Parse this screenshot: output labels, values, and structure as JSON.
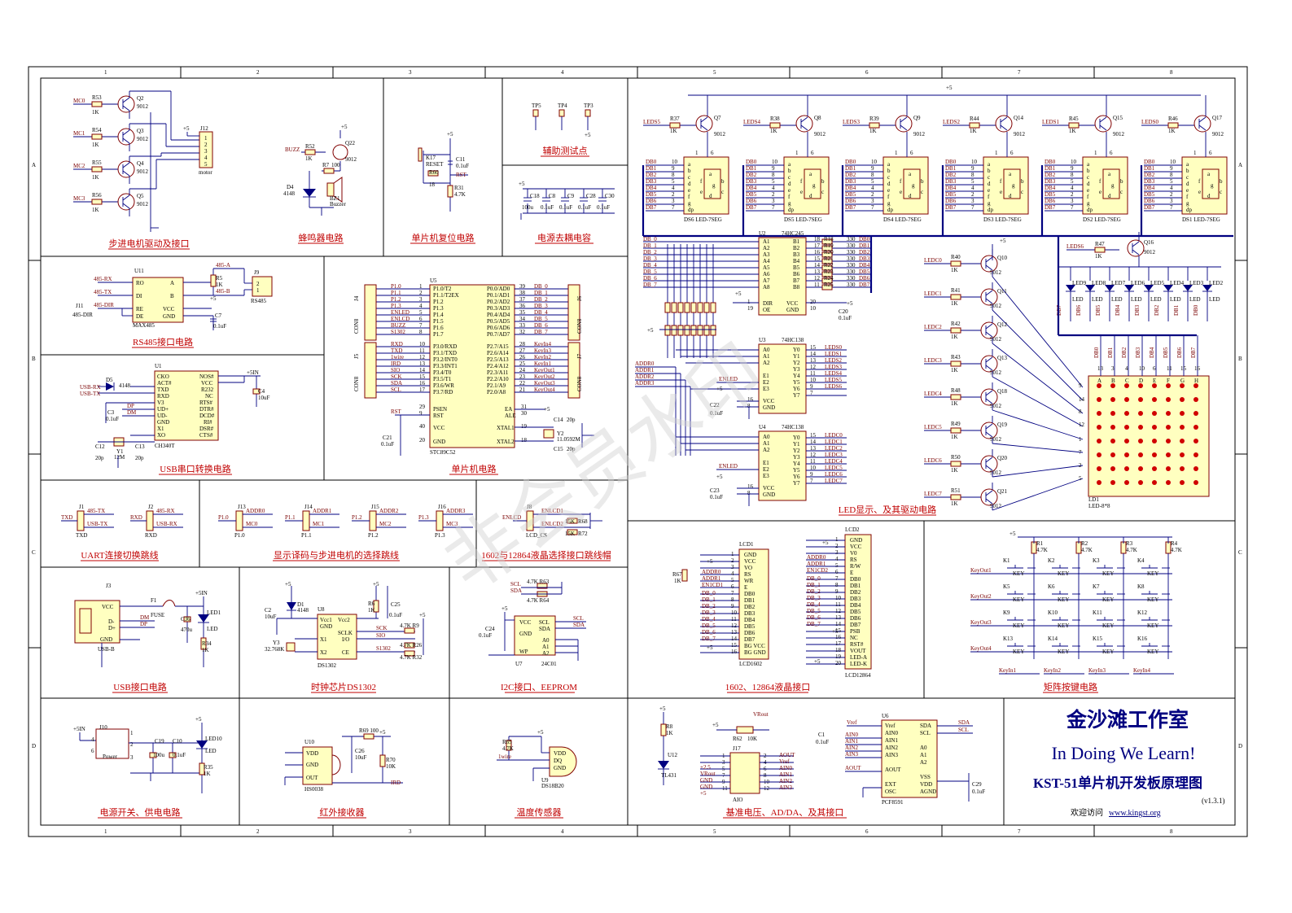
{
  "sheet": {
    "col_numbers": [
      "1",
      "2",
      "3",
      "4",
      "5",
      "6",
      "7",
      "8"
    ],
    "row_letters": [
      "A",
      "B",
      "C",
      "D"
    ]
  },
  "sections": {
    "stepper": "步进电机驱动及接口",
    "buzzer": "蜂鸣器电路",
    "reset": "单片机复位电路",
    "testpoints": "辅助测试点",
    "decoupling": "电源去耦电容",
    "rs485": "RS485接口电路",
    "usb_serial": "USB串口转换电路",
    "mcu": "单片机电路",
    "led_display": "LED显示、及其驱动电路",
    "uart_jumper": "UART连接切换跳线",
    "decoder_jumper": "显示译码与步进电机的选择跳线",
    "lcd_jumper": "1602与12864液晶选择接口跳线帽",
    "usb_port": "USB接口电路",
    "rtc": "时钟芯片DS1302",
    "i2c": "I2C接口、EEPROM",
    "lcd_port": "1602、12864液晶接口",
    "keypad": "矩阵按键电路",
    "power": "电源开关、供电电路",
    "ir": "红外接收器",
    "temp": "温度传感器",
    "adda": "基准电压、AD/DA、及其接口"
  },
  "title_block": {
    "studio": "金沙滩工作室",
    "slogan": "In Doing We Learn!",
    "board": "KST-51单片机开发板原理图",
    "version": "(v1.3.1)",
    "visit": "欢迎访问",
    "url": "www.kingst.org"
  },
  "parts": {
    "u5": "U5",
    "u5_name": "STC89C52",
    "u11_name": "MAX485",
    "u1_name": "CH340T",
    "u2": "U2",
    "u2_name": "74HC245",
    "u3": "U3",
    "u3_name": "74HC138",
    "u4": "U4",
    "u4_name": "74HC138",
    "u8_name": "DS1302",
    "u7_name": "24C01",
    "u10_name": "HS0038",
    "u9_name": "DS18B20",
    "u6_name": "PCF8591",
    "u12_name": "TL431",
    "lcd1_name": "LCD1602",
    "lcd2_name": "LCD12864",
    "ld1_name": "LED-8*8",
    "motor": "motor",
    "x_tal": "11.0592M"
  },
  "seg_digits": [
    "DS6 LED-7SEG",
    "DS5 LED-7SEG",
    "DS4 LED-7SEG",
    "DS3 LED-7SEG",
    "DS2 LED-7SEG",
    "DS1 LED-7SEG"
  ],
  "seg_drivers": [
    {
      "net": "LEDS5",
      "r": "R37",
      "q": "Q7"
    },
    {
      "net": "LEDS4",
      "r": "R38",
      "q": "Q8"
    },
    {
      "net": "LEDS3",
      "r": "R39",
      "q": "Q9"
    },
    {
      "net": "LEDS2",
      "r": "R44",
      "q": "Q14"
    },
    {
      "net": "LEDS1",
      "r": "R45",
      "q": "Q15"
    },
    {
      "net": "LEDS0",
      "r": "R46",
      "q": "Q17"
    }
  ],
  "mcu_left_pins": [
    "P1.0/T2",
    "P1.1/T2EX",
    "P1.2",
    "P1.3",
    "P1.4",
    "P1.5",
    "P1.6",
    "P1.7",
    "P3.0/RXD",
    "P3.1/TXD",
    "P3.2/INT0",
    "P3.3/INT1",
    "P3.4/T0",
    "P3.5/T1",
    "P3.6/WR",
    "P3.7/RD"
  ],
  "mcu_right_pins": [
    "P0.0/AD0",
    "P0.1/AD1",
    "P0.2/AD2",
    "P0.3/AD3",
    "P0.4/AD4",
    "P0.5/AD5",
    "P0.6/AD6",
    "P0.7/AD7",
    "P2.7/A15",
    "P2.6/A14",
    "P2.5/A13",
    "P2.4/A12",
    "P2.3/A11",
    "P2.2/A10",
    "P2.1/A9",
    "P2.0/A8"
  ],
  "mcu_left_nets": [
    "P1.0",
    "P1.1",
    "P1.2",
    "P1.3",
    "ENLED",
    "ENLCD",
    "BUZZ",
    "S1302",
    "RXD",
    "TXD",
    "1wire",
    "IRD",
    "SIO",
    "SCK",
    "SDA",
    "SCL"
  ],
  "mcu_right_nets": [
    "DB_0",
    "DB_1",
    "DB_2",
    "DB_3",
    "DB_4",
    "DB_5",
    "DB_6",
    "DB_7",
    "KeyIn4",
    "KeyIn3",
    "KeyIn2",
    "KeyIn1",
    "KeyOut1",
    "KeyOut2",
    "KeyOut3",
    "KeyOut4"
  ],
  "led_drivers": [
    "LEDC0",
    "LEDC1",
    "LEDC2",
    "LEDC3",
    "LEDC4",
    "LEDC5",
    "LEDC6",
    "LEDC7"
  ],
  "key_outs": [
    "KeyOut1",
    "KeyOut2",
    "KeyOut3",
    "KeyOut4"
  ],
  "key_ins": [
    "KeyIn1",
    "KeyIn2",
    "KeyIn3",
    "KeyIn4"
  ],
  "keys": [
    "K1",
    "K2",
    "K3",
    "K4",
    "K5",
    "K6",
    "K7",
    "K8",
    "K9",
    "K10",
    "K11",
    "K12",
    "K13",
    "K14",
    "K15",
    "K16"
  ],
  "u3_outputs": [
    "LEDS0",
    "LEDS1",
    "LEDS2",
    "LEDS3",
    "LEDS4",
    "LEDS5",
    "LEDS6"
  ],
  "u4_outputs": [
    "LEDC0",
    "LEDC1",
    "LEDC2",
    "LEDC3",
    "LEDC4",
    "LEDC5",
    "LEDC6",
    "LEDC7"
  ],
  "addr_nets": [
    "ADDR0",
    "ADDR1",
    "ADDR2",
    "ADDR3"
  ],
  "stepper_nets": [
    "MC0",
    "MC1",
    "MC2",
    "MC3"
  ],
  "uart_jumpers": [
    {
      "left": "TXD",
      "right_top": "485-TX",
      "right_bot": "USB-TX",
      "name": "TXD"
    },
    {
      "left": "RXD",
      "right_top": "485-RX",
      "right_bot": "USB-RX",
      "name": "RXD"
    }
  ],
  "decoder_jumpers": [
    {
      "p": "P1.0",
      "a": "ADDR0",
      "b": "MC0",
      "name": "P1.0"
    },
    {
      "p": "P1.1",
      "a": "ADDR1",
      "b": "MC1",
      "name": "P1.1"
    },
    {
      "p": "P1.2",
      "a": "ADDR2",
      "b": "MC2",
      "name": "P1.2"
    },
    {
      "p": "P1.3",
      "a": "ADDR3",
      "b": "MC3",
      "name": "P1.3"
    }
  ],
  "lcd_jumper": {
    "left": "ENLCD",
    "top": "ENLCD1",
    "bot": "ENLCD2",
    "name": "LCD_CS"
  },
  "watermark": "非会员水印"
}
